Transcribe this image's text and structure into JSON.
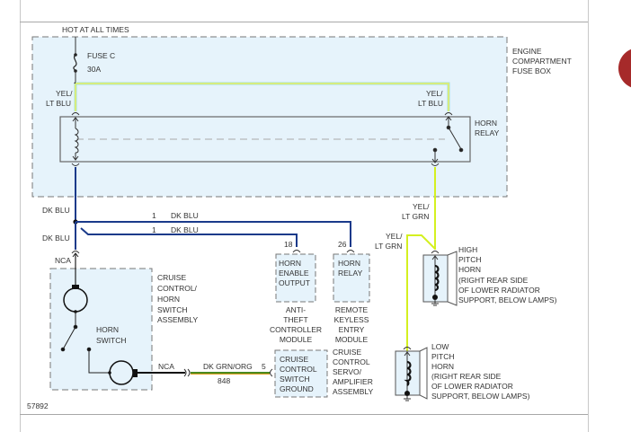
{
  "diagram": {
    "figure_number": "57892",
    "power_label": "HOT AT ALL TIMES",
    "fuse": {
      "name": "FUSE C",
      "rating": "30A"
    },
    "fuse_box_label": [
      "ENGINE",
      "COMPARTMENT",
      "FUSE BOX"
    ],
    "horn_relay_label": [
      "HORN",
      "RELAY"
    ],
    "wires": {
      "yel_lt_blu": [
        "YEL/",
        "LT BLU"
      ],
      "yel_lt_grn": [
        "YEL/",
        "LT GRN"
      ],
      "dk_blu": "DK BLU",
      "dk_grn_org": "DK GRN/ORG",
      "circuit_1": "1",
      "circuit_848": "848",
      "nca": "NCA"
    },
    "colors": {
      "yel_lt_blu": "#e8f060",
      "yel_lt_grn": "#d4f020",
      "dk_blu": "#1a3a8a",
      "dk_grn": "#4a8a20",
      "org": "#e0a020",
      "box_fill": "#e6f3fb",
      "badge": "#a62a2a"
    },
    "anti_theft": {
      "pin": "18",
      "box_label": [
        "HORN",
        "ENABLE",
        "OUTPUT"
      ],
      "module_label": [
        "ANTI-",
        "THEFT",
        "CONTROLLER",
        "MODULE"
      ]
    },
    "keyless": {
      "pin": "26",
      "box_label": [
        "HORN",
        "RELAY"
      ],
      "module_label": [
        "REMOTE",
        "KEYLESS",
        "ENTRY",
        "MODULE"
      ]
    },
    "cruise_switch_assembly": {
      "label": [
        "CRUISE",
        "CONTROL/",
        "HORN",
        "SWITCH",
        "ASSEMBLY"
      ],
      "horn_switch_label": [
        "HORN",
        "SWITCH"
      ]
    },
    "cruise_servo": {
      "pin": "5",
      "box_label": [
        "CRUISE",
        "CONTROL",
        "SWITCH",
        "GROUND"
      ],
      "module_label": [
        "CRUISE",
        "CONTROL",
        "SERVO/",
        "AMPLIFIER",
        "ASSEMBLY"
      ]
    },
    "high_horn": {
      "label": [
        "HIGH",
        "PITCH",
        "HORN",
        "(RIGHT REAR SIDE",
        "OF LOWER RADIATOR",
        "SUPPORT, BELOW LAMPS)"
      ]
    },
    "low_horn": {
      "label": [
        "LOW",
        "PITCH",
        "HORN",
        "(RIGHT REAR SIDE",
        "OF LOWER RADIATOR",
        "SUPPORT, BELOW LAMPS)"
      ]
    }
  }
}
